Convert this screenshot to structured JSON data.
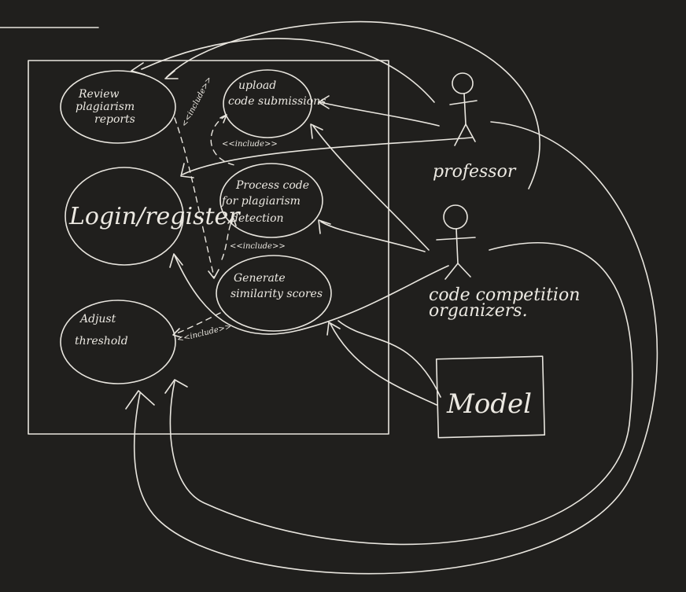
{
  "diagram": {
    "use_cases": {
      "review": [
        "Review",
        "plagiarism",
        "reports"
      ],
      "upload": [
        "upload",
        "code submissions"
      ],
      "login": "Login/register",
      "process": [
        "Process code",
        "for plagiarism",
        "detection"
      ],
      "generate": [
        "Generate",
        "similarity scores"
      ],
      "adjust": [
        "Adjust",
        "threshold"
      ]
    },
    "include_label": "<<include>>",
    "actors": {
      "professor": "professor",
      "organizers": [
        "code competition",
        "organizers."
      ],
      "model": "Model"
    },
    "colors": {
      "background": "#201f1d",
      "ink": "#e9e6df"
    }
  }
}
